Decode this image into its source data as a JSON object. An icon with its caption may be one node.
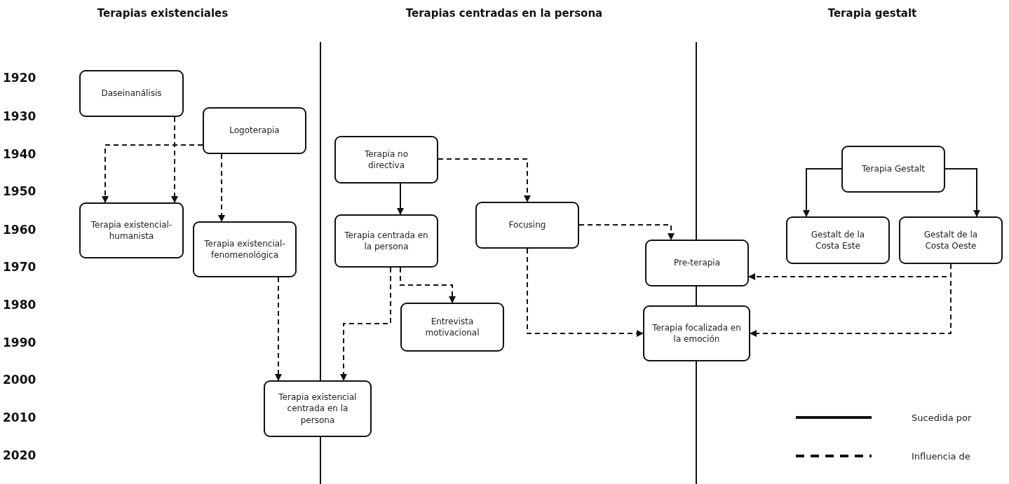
{
  "diagram": {
    "nodes": [
      {
        "text": [
          "Daseinanálisis"
        ]
      },
      {
        "text": [
          "Logoterapia"
        ]
      },
      {
        "text": [
          "Terapia existencial-humanista"
        ]
      },
      {
        "text": [
          "Terapia existencial-fenomenológica"
        ]
      },
      {
        "text": [
          "Terapia existencial centrada en la persona"
        ]
      },
      {
        "text": [
          "Terapia no directiva"
        ]
      },
      {
        "text": [
          "Focusing"
        ]
      },
      {
        "text": [
          "Terapia centrada en la persona"
        ]
      },
      {
        "text": [
          "Entrevista motivacional"
        ]
      },
      {
        "text": [
          "Pre-terapia"
        ]
      },
      {
        "text": [
          "Terapia focalizada en la emoción"
        ]
      },
      {
        "text": [
          "Terapia Gestalt"
        ]
      },
      {
        "text": [
          "Gestalt de la Costa Este"
        ]
      },
      {
        "text": [
          "Gestalt de la Costa Oeste"
        ]
      }
    ],
    "edges": [
      {
        "from": 0,
        "to": 2,
        "arrow": "to",
        "style": "dashed"
      },
      {
        "from": 1,
        "to": 2,
        "arrow": "to",
        "style": "dashed"
      },
      {
        "from": 1,
        "to": 3,
        "arrow": "to",
        "style": "dashed"
      },
      {
        "from": 3,
        "to": 4,
        "arrow": "to",
        "style": "dashed"
      },
      {
        "from": 7,
        "to": 4,
        "arrow": "to",
        "style": "dashed"
      },
      {
        "from": 7,
        "to": 8,
        "arrow": "to",
        "style": "dashed"
      },
      {
        "from": 5,
        "to": 7,
        "arrow": "to"
      },
      {
        "from": 5,
        "to": 6,
        "arrow": "to",
        "style": "dashed"
      },
      {
        "from": 6,
        "to": 9,
        "arrow": "to",
        "style": "dashed"
      },
      {
        "from": 6,
        "to": 10,
        "arrow": "to",
        "style": "dashed"
      },
      {
        "from": 13,
        "to": 9,
        "arrow": "to",
        "style": "dashed"
      },
      {
        "from": 13,
        "to": 10,
        "arrow": "to",
        "style": "dashed"
      },
      {
        "from": 11,
        "to": 12,
        "arrow": "to"
      },
      {
        "from": 11,
        "to": 13,
        "arrow": "to"
      }
    ],
    "labels": [
      "Terapias existenciales",
      "Terapias centradas en la persona",
      "Terapia gestalt",
      "1920",
      "1930",
      "1940",
      "1950",
      "1960",
      "1970",
      "1980",
      "1990",
      "2000",
      "2010",
      "2020"
    ],
    "legend": [
      {
        "text": "Sucedida por"
      },
      {
        "text": "Influencia de"
      }
    ]
  }
}
